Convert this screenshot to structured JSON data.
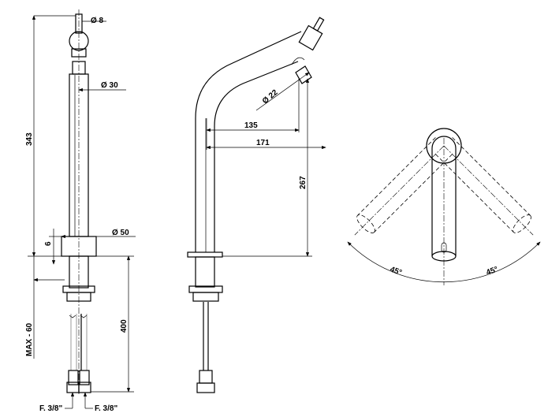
{
  "front_view": {
    "handle_pin_diameter": "Ø 8",
    "spout_diameter": "Ø 30",
    "total_height": "343",
    "base_thickness": "6",
    "base_diameter": "Ø 50",
    "max_deck_thickness": "MAX - 60",
    "hose_length": "400",
    "hose_connection_left": "F. 3/8\"",
    "hose_connection_right": "F. 3/8\""
  },
  "side_view": {
    "outlet_diameter": "Ø 22",
    "reach_to_outlet": "135",
    "reach_total": "171",
    "outlet_height": "267"
  },
  "top_view": {
    "swivel_left": "45°",
    "swivel_right": "45°"
  }
}
